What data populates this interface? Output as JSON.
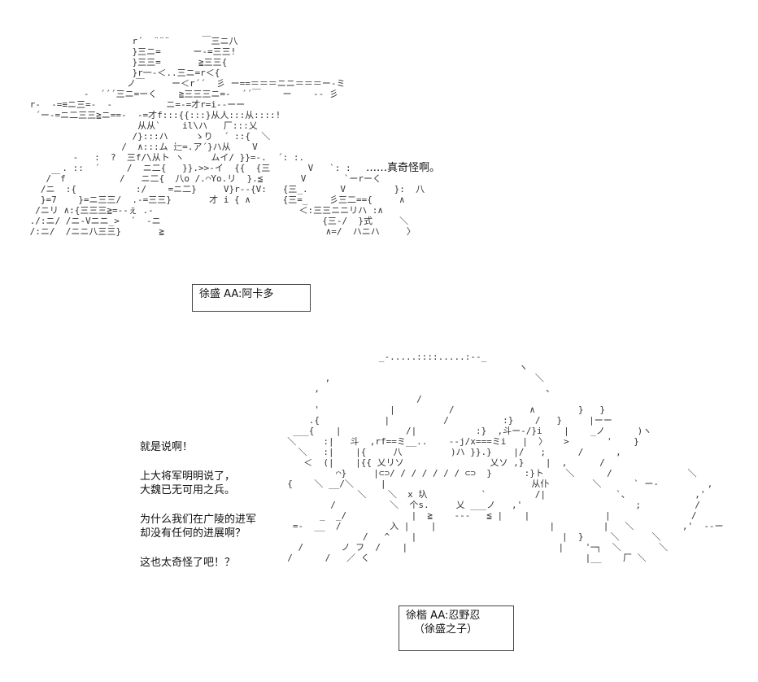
{
  "scene1": {
    "remark": "……真奇怪啊。",
    "name_box": "徐盛 AA:阿卡多"
  },
  "scene2": {
    "dialogue": [
      "就是说啊！",
      "",
      "上大将军明明说了，",
      "大魏已无可用之兵。",
      "",
      "为什么我们在广陵的进军",
      "却没有任何的进展啊？",
      "",
      "这也太奇怪了吧！？"
    ],
    "name_box_line1": "徐楷 AA:忍野忍",
    "name_box_line2": "（徐盛之子）"
  }
}
